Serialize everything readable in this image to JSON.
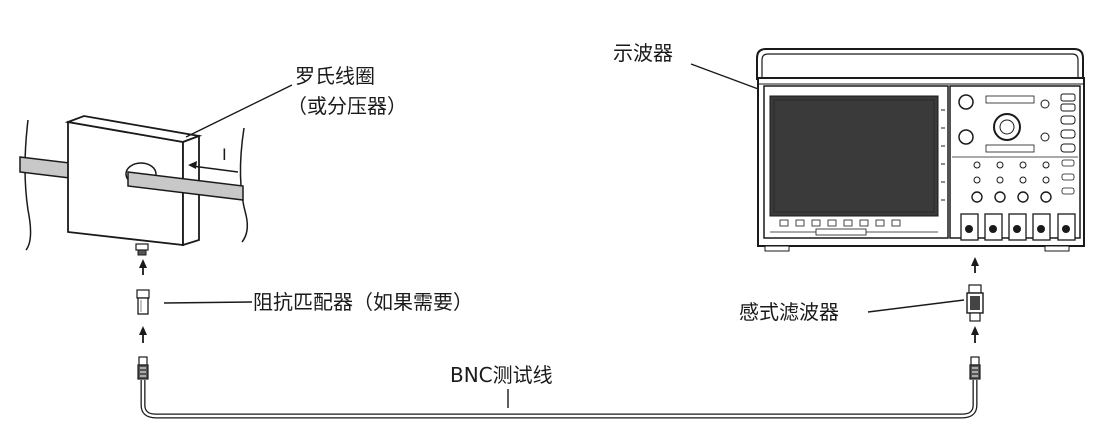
{
  "labels": {
    "rogowski_coil": "罗氏线圈",
    "voltage_divider": "（或分压器）",
    "oscilloscope": "示波器",
    "impedance_matcher": "阻抗匹配器（如果需要）",
    "inductive_filter": "感式滤波器",
    "bnc_cable": "BNC测试线",
    "current_symbol": "I"
  },
  "icons": [
    "rogowski-coil-icon",
    "oscilloscope-icon",
    "impedance-matcher-icon",
    "inductive-filter-icon",
    "bnc-connector-icon"
  ],
  "colors": {
    "line": "#1a1a1a",
    "screen": "#3a3a3a",
    "cable": "#9a9a9a"
  }
}
